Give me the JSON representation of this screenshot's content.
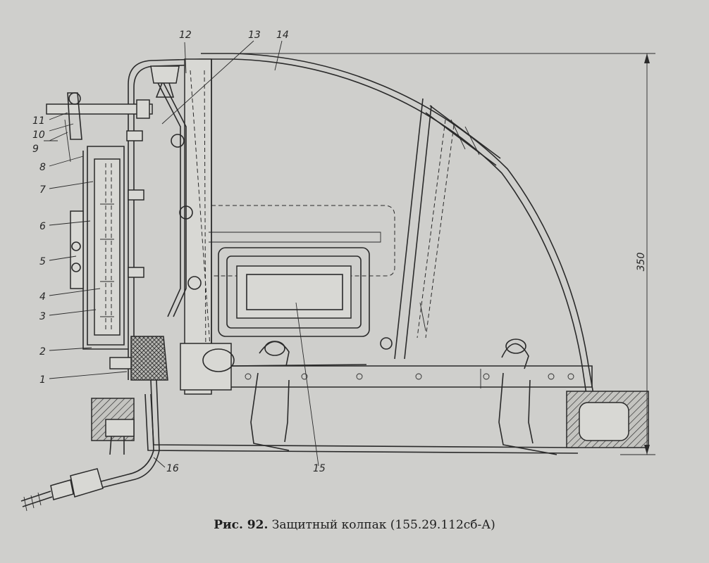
{
  "caption": {
    "figure": "Рис. 92.",
    "title": "Защитный колпак (155.29.112сб-А)"
  },
  "dimension": "350",
  "labels": {
    "l1": "1",
    "l2": "2",
    "l3": "3",
    "l4": "4",
    "l5": "5",
    "l6": "6",
    "l7": "7",
    "l8": "8",
    "l9": "9",
    "l10": "10",
    "l11": "11",
    "l12": "12",
    "l13": "13",
    "l14": "14",
    "l15": "15",
    "l16": "16"
  }
}
